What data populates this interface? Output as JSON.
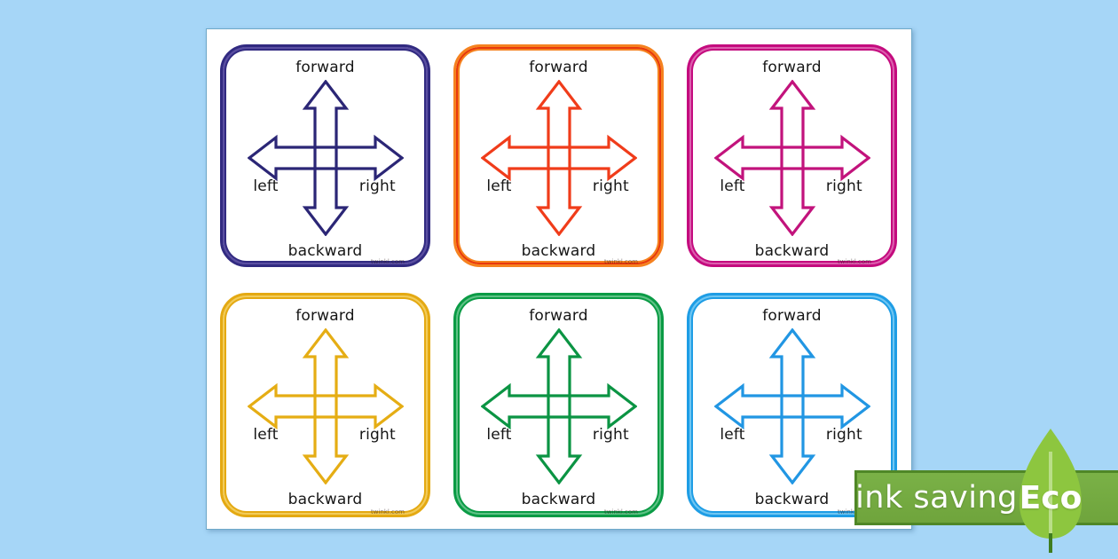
{
  "app": {
    "background_color": "#a6d6f7",
    "paper_color": "#ffffff"
  },
  "card_labels": {
    "forward": "forward",
    "backward": "backward",
    "left": "left",
    "right": "right"
  },
  "watermark": "twinkl.com",
  "cards": [
    {
      "name": "navy",
      "border_color": "#312a81",
      "stripe_color": "#5b4fa2",
      "arrow_color": "#2b2676"
    },
    {
      "name": "orange",
      "border_color": "#f5821f",
      "stripe_color": "#e8380d",
      "arrow_color": "#f03c1a"
    },
    {
      "name": "magenta",
      "border_color": "#c40b7e",
      "stripe_color": "#dc5fae",
      "arrow_color": "#c2137c"
    },
    {
      "name": "gold",
      "border_color": "#e4a912",
      "stripe_color": "#f2cc5a",
      "arrow_color": "#e5ad14"
    },
    {
      "name": "green",
      "border_color": "#0a9b45",
      "stripe_color": "#5fc286",
      "arrow_color": "#0b9443"
    },
    {
      "name": "blue",
      "border_color": "#1e9de5",
      "stripe_color": "#6fc6f2",
      "arrow_color": "#2196e3"
    }
  ],
  "eco_badge": {
    "text": "ink saving",
    "eco": "Eco",
    "bar_color": "#6fa43c",
    "bar_border_color": "#4f8727",
    "leaf_color": "#8dc63f",
    "vein_color": "#bade88",
    "stem_color": "#3f7d1f",
    "text_color": "#ffffff"
  }
}
